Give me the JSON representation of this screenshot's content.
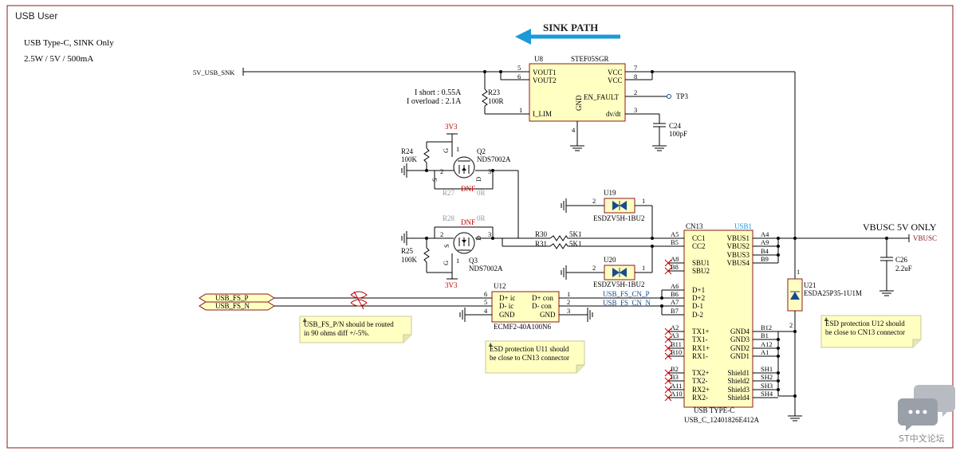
{
  "sheet": {
    "title": "USB User",
    "spec_line1": "USB Type-C, SINK Only",
    "spec_line2": "2.5W / 5V / 500mA",
    "sink_path": "SINK PATH"
  },
  "u8": {
    "ref": "U8",
    "part": "STEF05SGR",
    "pins": {
      "vout1": "VOUT1",
      "vout2": "VOUT2",
      "ilim": "I_LIM",
      "vcc1": "VCC",
      "vcc2": "VCC",
      "en": "EN_FAULT",
      "gnd": "GND",
      "dvdt": "dv/dt"
    },
    "nums": {
      "p5": "5",
      "p6": "6",
      "p1": "1",
      "p7": "7",
      "p8": "8",
      "p2": "2",
      "p3": "3",
      "p4": "4"
    }
  },
  "net_5v": "5V_USB_SNK",
  "r23": {
    "ref": "R23",
    "value": "100R"
  },
  "ishort": "I short : 0.55A",
  "ioverload": "I overload : 2.1A",
  "tp3": "TP3",
  "c24": {
    "ref": "C24",
    "value": "100pF"
  },
  "q2": {
    "ref": "Q2",
    "part": "NDS7002A",
    "pwr": "3V3",
    "g": "G",
    "s": "S",
    "d": "D",
    "pin1": "1",
    "pin2": "2",
    "pin3": "3"
  },
  "q3": {
    "ref": "Q3",
    "part": "NDS7002A",
    "pwr": "3V3",
    "g": "G",
    "s": "S",
    "d": "D",
    "pin1": "1",
    "pin2": "2",
    "pin3": "3"
  },
  "r24": {
    "ref": "R24",
    "value": "100K"
  },
  "r25": {
    "ref": "R25",
    "value": "100K"
  },
  "r27": {
    "ref": "R27",
    "dnf": "DNF",
    "value": "0R"
  },
  "r28": {
    "ref": "R28",
    "dnf": "DNF",
    "value": "0R"
  },
  "r30": {
    "ref": "R30",
    "value": "5K1"
  },
  "r31": {
    "ref": "R31",
    "value": "5K1"
  },
  "u19": {
    "ref": "U19",
    "part": "ESDZV5H-1BU2",
    "p1": "1",
    "p2": "2"
  },
  "u20": {
    "ref": "U20",
    "part": "ESDZV5H-1BU2",
    "p1": "1",
    "p2": "2"
  },
  "cn13": {
    "ref": "CN13",
    "ref2": "USB1",
    "label": "USB TYPE-C",
    "part": "USB_C_12401826E412A",
    "left_pins": [
      {
        "num": "A5",
        "name": "CC1"
      },
      {
        "num": "B5",
        "name": "CC2"
      },
      {
        "num": "A8",
        "name": "SBU1"
      },
      {
        "num": "B8",
        "name": "SBU2"
      },
      {
        "num": "A6",
        "name": "D+1"
      },
      {
        "num": "B6",
        "name": "D+2"
      },
      {
        "num": "A7",
        "name": "D-1"
      },
      {
        "num": "B7",
        "name": "D-2"
      },
      {
        "num": "A2",
        "name": "TX1+"
      },
      {
        "num": "A3",
        "name": "TX1-"
      },
      {
        "num": "B11",
        "name": "RX1+"
      },
      {
        "num": "B10",
        "name": "RX1-"
      },
      {
        "num": "B2",
        "name": "TX2+"
      },
      {
        "num": "B3",
        "name": "TX2-"
      },
      {
        "num": "A11",
        "name": "RX2+"
      },
      {
        "num": "A10",
        "name": "RX2-"
      }
    ],
    "right_pins": [
      {
        "num": "A4",
        "name": "VBUS1"
      },
      {
        "num": "A9",
        "name": "VBUS2"
      },
      {
        "num": "B4",
        "name": "VBUS3"
      },
      {
        "num": "B9",
        "name": "VBUS4"
      },
      {
        "num": "B12",
        "name": "GND4"
      },
      {
        "num": "B1",
        "name": "GND3"
      },
      {
        "num": "A12",
        "name": "GND2"
      },
      {
        "num": "A1",
        "name": "GND1"
      },
      {
        "num": "SH1",
        "name": "Shield1"
      },
      {
        "num": "SH2",
        "name": "Shield2"
      },
      {
        "num": "SH3",
        "name": "Shield3"
      },
      {
        "num": "SH4",
        "name": "Shield4"
      }
    ]
  },
  "vbus_label": "VBUSC 5V ONLY",
  "vbusc": "VBUSC",
  "c26": {
    "ref": "C26",
    "value": "2.2uF"
  },
  "u21": {
    "ref": "U21",
    "part": "ESDA25P35-1U1M",
    "p1": "1",
    "p2": "2"
  },
  "u12": {
    "ref": "U12",
    "part": "ECMF2-40A100N6",
    "pins": {
      "dpic": "D+ ic",
      "dmic": "D- ic",
      "gnd1": "GND",
      "dpcon": "D+ con",
      "dmcon": "D- con",
      "gnd2": "GND"
    },
    "nums": {
      "p6": "6",
      "p5": "5",
      "p4": "4",
      "p1": "1",
      "p2": "2",
      "p3": "3"
    }
  },
  "usb_fs_p": "USB_FS_P",
  "usb_fs_n": "USB_FS_N",
  "usb_fs_cn_p": "USB_FS_CN_P",
  "usb_fs_cn_n": "USB_FS_CN_N",
  "notes": {
    "diff": [
      "USB_FS_P/N should be routed",
      "in 90 ohms diff +/-5%."
    ],
    "u11": [
      "ESD protection U11 should",
      "be close to CN13 connector"
    ],
    "u12": [
      "ESD protection U12 should",
      "be close to CN13 connector"
    ]
  },
  "watermark": "ST中文论坛"
}
